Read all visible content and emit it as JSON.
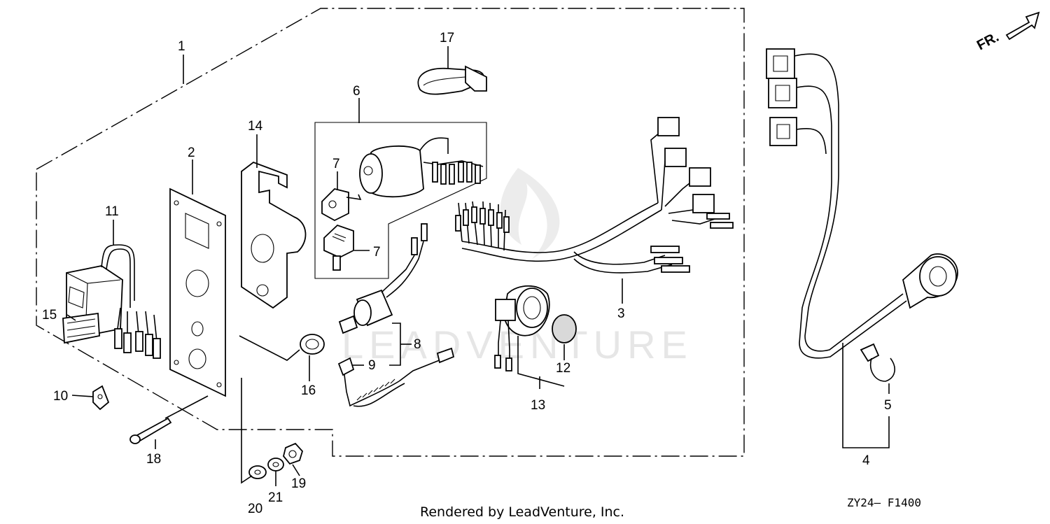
{
  "callouts": {
    "c1": "1",
    "c2": "2",
    "c3": "3",
    "c4": "4",
    "c5": "5",
    "c6": "6",
    "c7a": "7",
    "c7b": "7",
    "c8": "8",
    "c9": "9",
    "c10": "10",
    "c11": "11",
    "c12": "12",
    "c13": "13",
    "c14": "14",
    "c15": "15",
    "c16": "16",
    "c17": "17",
    "c18": "18",
    "c19": "19",
    "c20": "20",
    "c21": "21"
  },
  "direction_label": "FR.",
  "watermark": "LEADVENTURE",
  "footer_text": "Rendered by LeadVenture, Inc.",
  "diagram_code": "ZY24— F1400"
}
